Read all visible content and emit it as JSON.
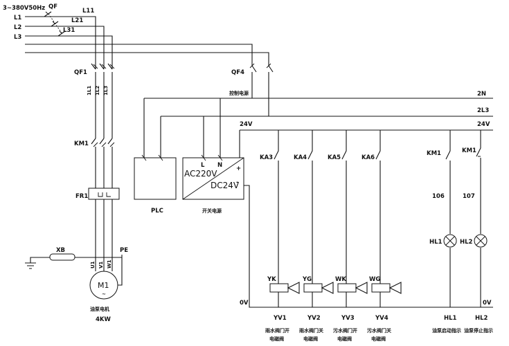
{
  "supply": {
    "spec": "3~380V50Hz",
    "phases": [
      "L1",
      "L2",
      "L3"
    ],
    "main_breaker": "QF",
    "branch_lines": [
      "L11",
      "L21",
      "L31"
    ]
  },
  "motor_branch": {
    "breaker": "QF1",
    "wires": [
      "1L1",
      "1L2",
      "1L3"
    ],
    "contactor": "KM1",
    "overload_relay": "FR1",
    "ground_link": "XB",
    "pe": "PE",
    "terminals": [
      "U1",
      "V1",
      "W1"
    ],
    "motor": "M1",
    "motor_label": "油泵电机",
    "power": "4KW"
  },
  "control": {
    "breaker": "QF4",
    "source_label": "控制电源",
    "buses": [
      "2N",
      "2L3",
      "24V"
    ],
    "bus_24v_left": "24V",
    "bus_0v_left": "0V",
    "bus_0v_right": "0V",
    "plc_label": "PLC",
    "psu_in": "AC220V",
    "psu_out": "DC24V",
    "psu_l": "L",
    "psu_n": "N",
    "psu_plus": "+",
    "psu_minus": "-",
    "psu_label": "开关电源"
  },
  "valves": [
    {
      "relay": "KA3",
      "tag": "YK",
      "coil": "YV1",
      "desc1": "雨水阀门开",
      "desc2": "电磁阀"
    },
    {
      "relay": "KA4",
      "tag": "YG",
      "coil": "YV2",
      "desc1": "雨水阀门关",
      "desc2": "电磁阀"
    },
    {
      "relay": "KA5",
      "tag": "WK",
      "coil": "YV3",
      "desc1": "污水阀门开",
      "desc2": "电磁阀"
    },
    {
      "relay": "KA6",
      "tag": "WG",
      "coil": "YV4",
      "desc1": "污水阀门关",
      "desc2": "电磁阀"
    }
  ],
  "lamps": [
    {
      "contact": "KM1",
      "wire": "106",
      "lamp": "HL1",
      "desc": "油泵启动指示"
    },
    {
      "contact": "KM1",
      "wire": "107",
      "lamp": "HL2",
      "desc": "油泵停止指示"
    }
  ]
}
